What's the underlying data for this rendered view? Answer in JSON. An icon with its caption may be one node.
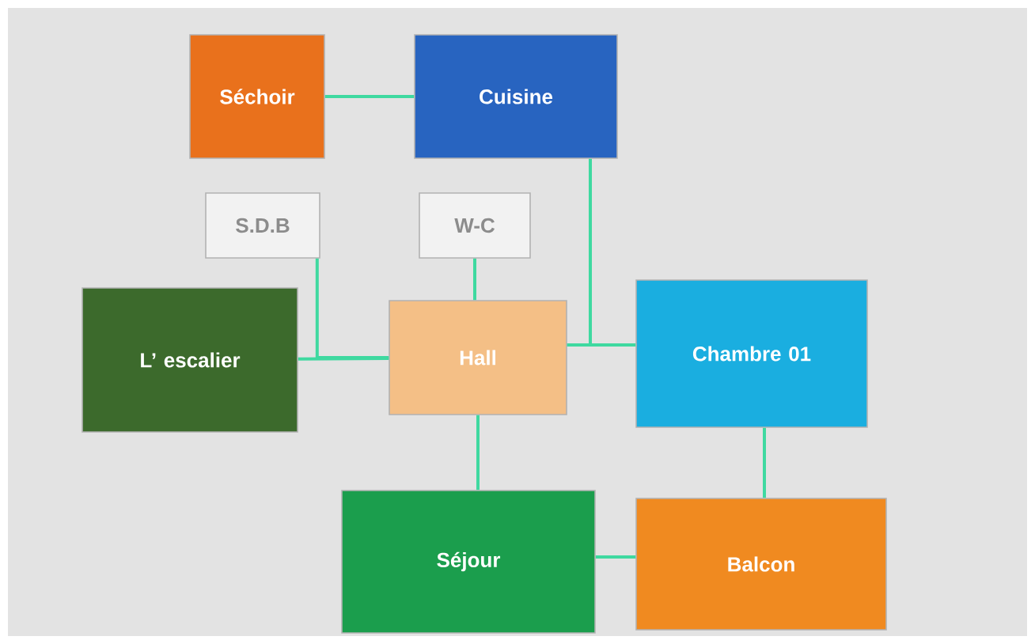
{
  "diagram": {
    "nodes": [
      {
        "text": [
          "Séchoir"
        ]
      },
      {
        "text": [
          "Cuisine"
        ]
      },
      {
        "text": [
          "S.D.B"
        ]
      },
      {
        "text": [
          "W-C"
        ]
      },
      {
        "text": [
          "L’ escalier"
        ]
      },
      {
        "text": [
          "Hall"
        ]
      },
      {
        "text": [
          "Chambre 01"
        ]
      },
      {
        "text": [
          "Séjour"
        ]
      },
      {
        "text": [
          "Balcon"
        ]
      }
    ],
    "edges": [
      {
        "from": 0,
        "to": 1,
        "arrow": "none"
      },
      {
        "from": 2,
        "to": 5,
        "arrow": "none"
      },
      {
        "from": 3,
        "to": 5,
        "arrow": "none"
      },
      {
        "from": 4,
        "to": 5,
        "arrow": "none"
      },
      {
        "from": 1,
        "to": 5,
        "arrow": "none"
      },
      {
        "from": 5,
        "to": 6,
        "arrow": "none"
      },
      {
        "from": 5,
        "to": 7,
        "arrow": "none"
      },
      {
        "from": 6,
        "to": 8,
        "arrow": "none"
      },
      {
        "from": 7,
        "to": 8,
        "arrow": "none"
      }
    ]
  }
}
